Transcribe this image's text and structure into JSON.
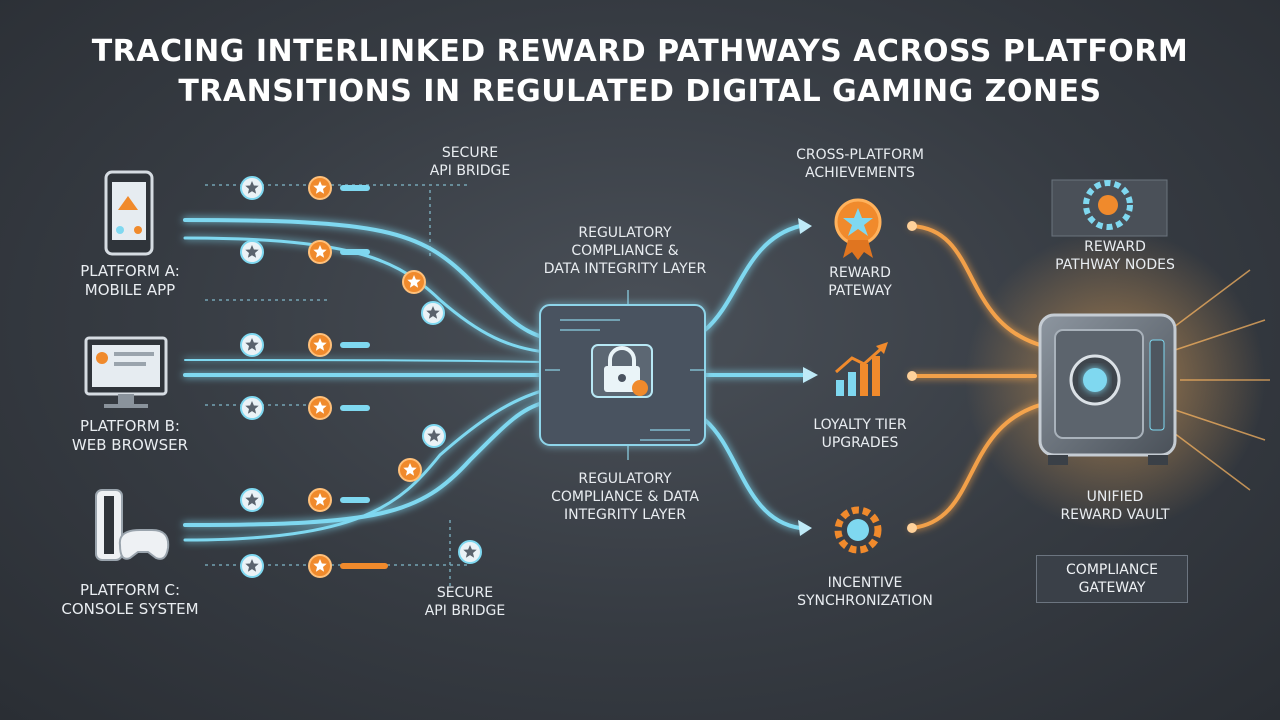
{
  "title": {
    "line1": "Tracing Interlinked Reward Pathways Across Platform",
    "line2": "Transitions in Regulated Digital Gaming Zones"
  },
  "platforms": [
    {
      "line1": "Platform A:",
      "line2": "Mobile App",
      "icon": "smartphone-icon"
    },
    {
      "line1": "Platform B:",
      "line2": "Web Browser",
      "icon": "desktop-monitor-icon"
    },
    {
      "line1": "Platform C:",
      "line2": "Console System",
      "icon": "game-console-icon"
    }
  ],
  "bridge_top": {
    "line1": "Secure",
    "line2": "API Bridge"
  },
  "bridge_bottom": {
    "line1": "Secure",
    "line2": "API Bridge"
  },
  "compliance_top": {
    "line1": "Regulatory",
    "line2": "Compliance &",
    "line3": "Data Integrity Layer"
  },
  "compliance_bottom": {
    "line1": "Regulatory",
    "line2": "Compliance & Data",
    "line3": "Integrity Layer"
  },
  "achievements": {
    "line1": "Cross-Platform",
    "line2": "Achievements"
  },
  "reward_gateway": {
    "line1": "Reward",
    "line2": "Pateway"
  },
  "loyalty": {
    "line1": "Loyalty Tier",
    "line2": "Upgrades"
  },
  "incentive": {
    "line1": "Incentive",
    "line2": "Synchronization"
  },
  "pathway_nodes": {
    "line1": "Reward",
    "line2": "Pathway Nodes"
  },
  "vault": {
    "line1": "Unified",
    "line2": "Reward Vault"
  },
  "compliance_gateway": {
    "line1": "Compliance",
    "line2": "Gateway"
  },
  "colors": {
    "background": "#363b42",
    "flow_cyan": "#7fd8f0",
    "flow_orange": "#f2a04a",
    "star_white": "#eaf2f6",
    "accent_orange": "#f08a2c"
  }
}
